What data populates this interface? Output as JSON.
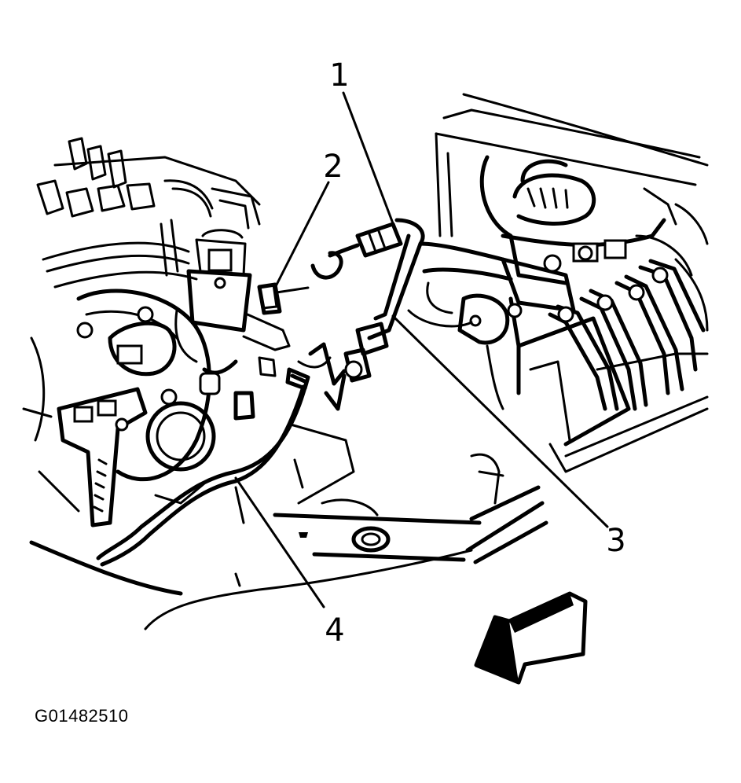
{
  "callouts": [
    {
      "id": "1",
      "label": "1"
    },
    {
      "id": "2",
      "label": "2"
    },
    {
      "id": "3",
      "label": "3"
    },
    {
      "id": "4",
      "label": "4"
    }
  ],
  "figure_id": "G01482510",
  "colors": {
    "ink": "#000000",
    "paper": "#ffffff"
  },
  "icons": [
    "direction-arrow-icon"
  ]
}
